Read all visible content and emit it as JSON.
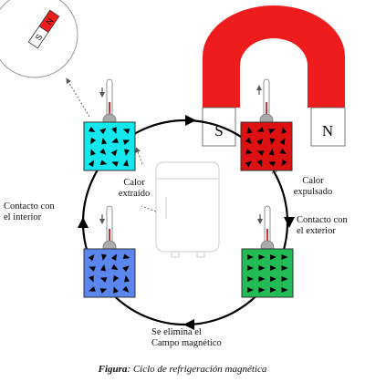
{
  "magnet": {
    "left_pole": "S",
    "right_pole": "N"
  },
  "compass_needle": {
    "top_pole": "N",
    "bottom_pole": "S"
  },
  "labels": {
    "calor_extraido": [
      "Calor",
      "extraído"
    ],
    "calor_expulsado": [
      "Calor",
      "expulsado"
    ],
    "contacto_interior": [
      "Contacto con",
      "el interior"
    ],
    "contacto_exterior": [
      "Contacto con",
      "el exterior"
    ],
    "campo": [
      "Se elimina el",
      "Campo magnético"
    ]
  },
  "caption": {
    "prefix": "Figura",
    "text": ": Ciclo de refrigeración magnética"
  },
  "colors": {
    "magnet_red": "#ee1c1c",
    "block_top_left": "#13e8ee",
    "block_top_right": "#dd1111",
    "block_bottom_left": "#5b86ee",
    "block_bottom_right": "#22bb55",
    "thermometer_bulb": "#aaaaaa",
    "fridge_outline": "#d6d6d6"
  },
  "icons": [
    "magnet-icon",
    "compass-needle-icon",
    "thermometer-icon",
    "refrigerator-icon",
    "cycle-arrow-icon"
  ]
}
